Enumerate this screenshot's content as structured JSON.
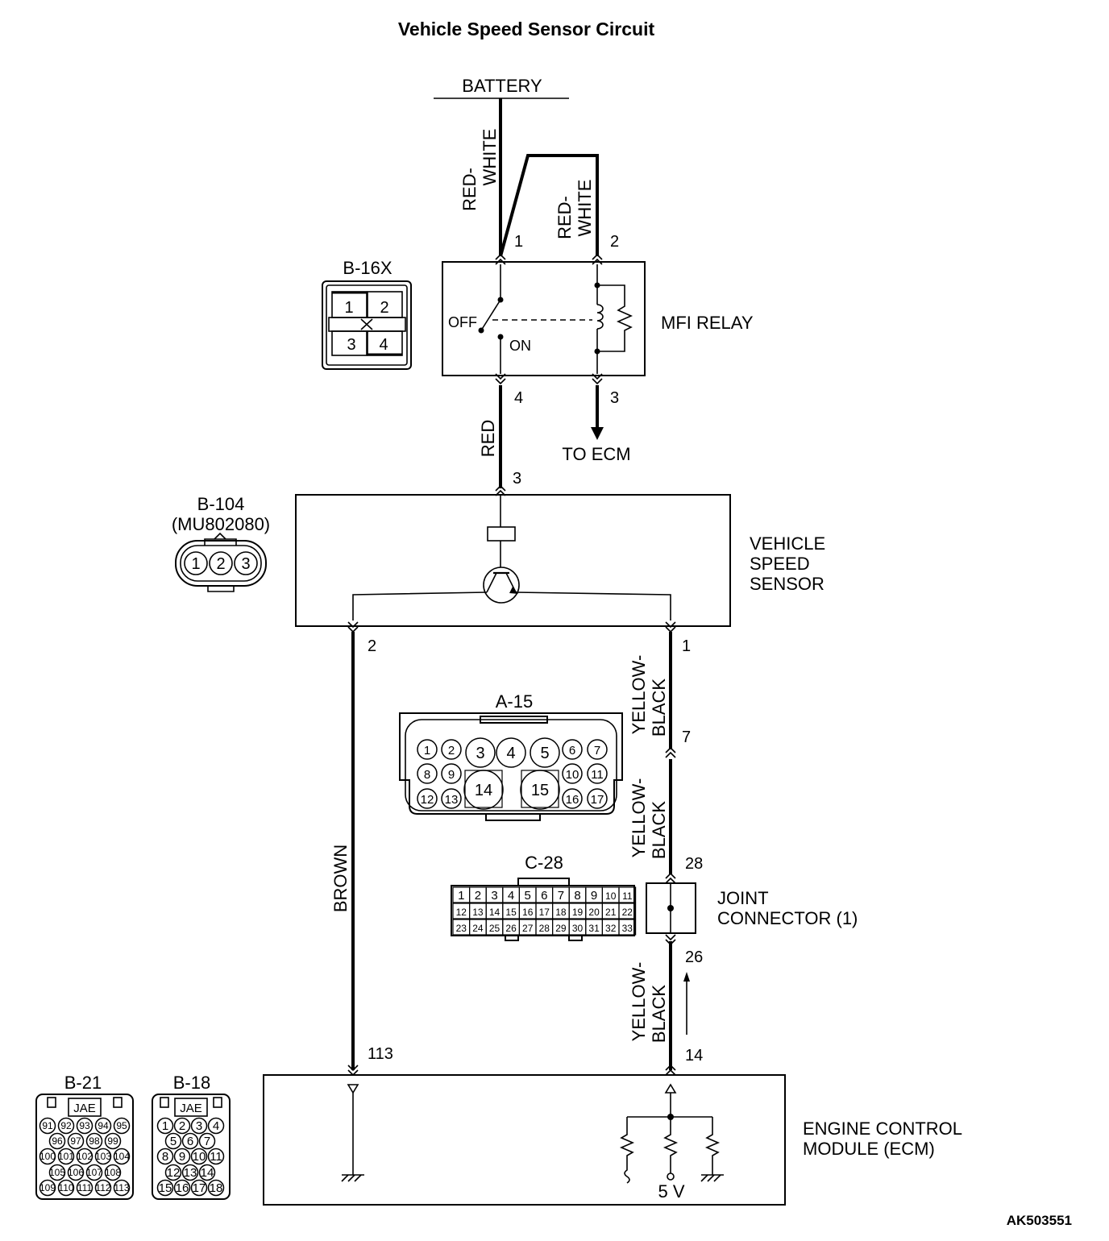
{
  "title": "Vehicle Speed Sensor Circuit",
  "reference_code": "AK503551",
  "battery": {
    "label": "BATTERY"
  },
  "wire_colors": {
    "red_white_1": [
      "RED-",
      "WHITE"
    ],
    "red_white_2": [
      "RED-",
      "WHITE"
    ],
    "red": "RED",
    "brown": "BROWN",
    "yellow_black_1": [
      "YELLOW-",
      "BLACK"
    ],
    "yellow_black_2": [
      "YELLOW-",
      "BLACK"
    ],
    "yellow_black_3": [
      "YELLOW-",
      "BLACK"
    ]
  },
  "mfi_relay": {
    "label": "MFI RELAY",
    "switch_off": "OFF",
    "switch_on": "ON",
    "pins": {
      "p1": "1",
      "p2": "2",
      "p3": "3",
      "p4": "4"
    },
    "to_ecm": "TO ECM"
  },
  "vehicle_speed_sensor": {
    "label_lines": [
      "VEHICLE",
      "SPEED",
      "SENSOR"
    ],
    "pins": {
      "p1": "1",
      "p2": "2",
      "p3": "3"
    }
  },
  "joint_connector": {
    "label_lines": [
      "JOINT",
      "CONNECTOR (1)"
    ],
    "pins": {
      "in": "28",
      "out": "26"
    }
  },
  "intermediate_pin": "7",
  "ecm": {
    "label_lines": [
      "ENGINE CONTROL",
      "MODULE (ECM)"
    ],
    "pins": {
      "brown": "113",
      "signal": "14"
    },
    "voltage": "5 V"
  },
  "connectors": {
    "b16x": {
      "name": "B-16X",
      "pins": [
        "1",
        "2",
        "3",
        "4"
      ]
    },
    "b104": {
      "name": "B-104",
      "part": "(MU802080)",
      "pins": [
        "1",
        "2",
        "3"
      ]
    },
    "a15": {
      "name": "A-15",
      "pins": [
        "1",
        "2",
        "3",
        "4",
        "5",
        "6",
        "7",
        "8",
        "9",
        "10",
        "11",
        "12",
        "13",
        "14",
        "15",
        "16",
        "17"
      ]
    },
    "c28": {
      "name": "C-28",
      "pins": [
        "1",
        "2",
        "3",
        "4",
        "5",
        "6",
        "7",
        "8",
        "9",
        "10",
        "11",
        "12",
        "13",
        "14",
        "15",
        "16",
        "17",
        "18",
        "19",
        "20",
        "21",
        "22",
        "23",
        "24",
        "25",
        "26",
        "27",
        "28",
        "29",
        "30",
        "31",
        "32",
        "33"
      ]
    },
    "b21": {
      "name": "B-21",
      "maker": "JAE",
      "pins": [
        "91",
        "92",
        "93",
        "94",
        "95",
        "96",
        "97",
        "98",
        "99",
        "100",
        "101",
        "102",
        "103",
        "104",
        "105",
        "106",
        "107",
        "108",
        "109",
        "110",
        "111",
        "112",
        "113"
      ]
    },
    "b18": {
      "name": "B-18",
      "maker": "JAE",
      "pins": [
        "1",
        "2",
        "3",
        "4",
        "5",
        "6",
        "7",
        "8",
        "9",
        "10",
        "11",
        "12",
        "13",
        "14",
        "15",
        "16",
        "17",
        "18"
      ]
    }
  }
}
